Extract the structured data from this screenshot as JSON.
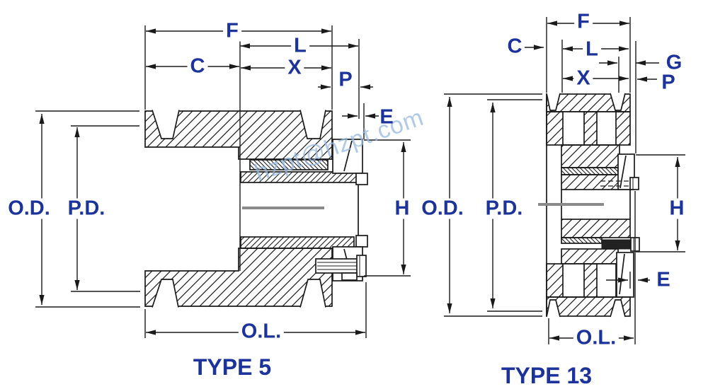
{
  "watermark": {
    "text": "hzpt@hzpt.com",
    "color": "#9ab9e1"
  },
  "colors": {
    "label": "#1c339b",
    "line": "#1a1a1a",
    "centerline": "#8a8a8a"
  },
  "type5": {
    "caption": "TYPE 5",
    "labels": {
      "F": "F",
      "L": "L",
      "C": "C",
      "X": "X",
      "P": "P",
      "E": "E",
      "OD": "O.D.",
      "PD": "P.D.",
      "H": "H",
      "OL": "O.L."
    }
  },
  "type13": {
    "caption": "TYPE 13",
    "labels": {
      "F": "F",
      "C": "C",
      "L": "L",
      "G": "G",
      "X": "X",
      "P": "P",
      "OD": "O.D.",
      "PD": "P.D.",
      "H": "H",
      "E": "E",
      "OL": "O.L."
    }
  }
}
